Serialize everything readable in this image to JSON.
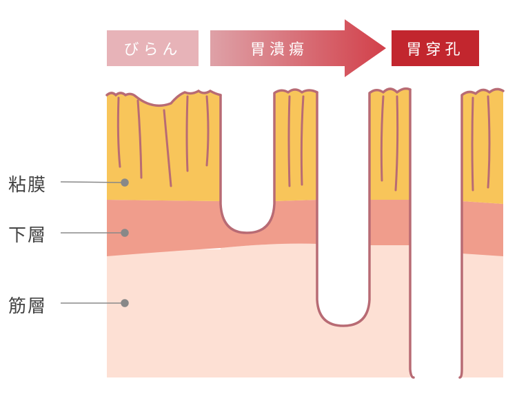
{
  "stages": {
    "biran": "びらん",
    "ulcer": "胃潰瘍",
    "perforation": "胃穿孔"
  },
  "layers": {
    "mucosa": "粘膜",
    "submucosa": "下層",
    "muscle": "筋層"
  },
  "colors": {
    "mucosa": "#f8c55a",
    "submucosa": "#f09d8c",
    "muscle": "#fde0d4",
    "outline": "#b86b74",
    "leader": "#888888",
    "biran_box": "#e7b3b8",
    "arrow_start": "#dea1a7",
    "arrow_end": "#d2404a",
    "perforation_box": "#c2262e"
  }
}
